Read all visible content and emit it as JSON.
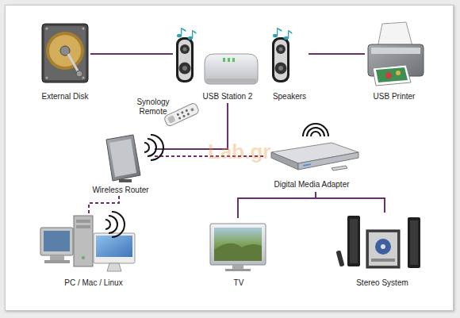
{
  "diagram": {
    "nodes": [
      {
        "text": [
          "External Disk"
        ]
      },
      {
        "text": [
          "USB Station 2"
        ]
      },
      {
        "text": [
          "Speakers"
        ]
      },
      {
        "text": [
          "USB Printer"
        ]
      },
      {
        "text": [
          "Synology Remote"
        ]
      },
      {
        "text": [
          "Wireless Router"
        ]
      },
      {
        "text": [
          "Digital Media Adapter"
        ]
      },
      {
        "text": [
          "PC / Mac / Linux"
        ]
      },
      {
        "text": [
          "TV"
        ]
      },
      {
        "text": [
          "Stereo System"
        ]
      }
    ],
    "edges": [
      {
        "from": 0,
        "to": 1,
        "arrow": "none"
      },
      {
        "from": 2,
        "to": 3,
        "arrow": "none"
      },
      {
        "from": 1,
        "to": 5,
        "arrow": "none"
      },
      {
        "from": 5,
        "to": 6,
        "arrow": "none"
      },
      {
        "from": 5,
        "to": 7,
        "arrow": "none"
      },
      {
        "from": 6,
        "to": 8,
        "arrow": "none"
      },
      {
        "from": 6,
        "to": 9,
        "arrow": "none"
      }
    ],
    "labels": [
      "Lab.gr"
    ]
  }
}
